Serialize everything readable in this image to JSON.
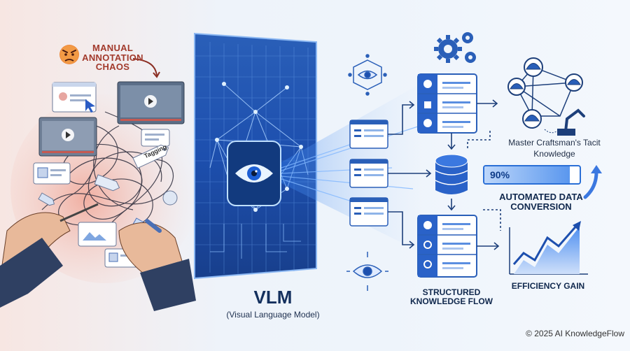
{
  "left_panel": {
    "chaos_title": "MANUAL ANNOTATION CHAOS",
    "tag_label": "Tagging"
  },
  "center": {
    "title": "VLM",
    "subtitle": "(Visual Language Model)"
  },
  "right_panel": {
    "master_text": "Master Craftsman's Tacit Knowledge",
    "progress": {
      "label": "90%",
      "value": 0.9
    },
    "automated_title": "AUTOMATED DATA CONVERSION",
    "structured_title": "STRUCTURED KNOWLEDGE FLOW",
    "efficiency_title": "EFFICIENCY GAIN"
  },
  "footer": {
    "copyright": "© 2025 AI KnowledgeFlow"
  },
  "colors": {
    "accent_blue": "#2a6fd6",
    "navy": "#14305e",
    "chaos_red": "#a23a2c"
  },
  "icons": [
    "angry-face-icon",
    "eye-icon",
    "gear-icon",
    "database-icon",
    "robot-arm-icon",
    "hard-hat-icon",
    "chart-icon"
  ]
}
